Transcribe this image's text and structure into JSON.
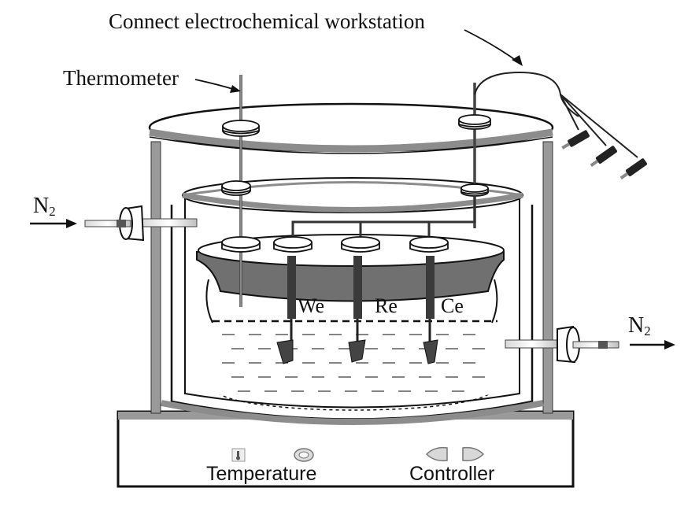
{
  "labels": {
    "connect": "Connect electrochemical workstation",
    "thermometer": "Thermometer",
    "n2_in": {
      "main": "N",
      "sub": "2"
    },
    "n2_out": {
      "main": "N",
      "sub": "2"
    },
    "electrodes": {
      "we": "We",
      "re": "Re",
      "ce": "Ce"
    },
    "temperature": "Temperature",
    "controller": "Controller"
  },
  "colors": {
    "outline": "#1a1a1a",
    "frame": "#8c8c8c",
    "dark_lid": "#6e6e6e",
    "electrode": "#3a3a3a",
    "liquid_dash": "#555555"
  }
}
